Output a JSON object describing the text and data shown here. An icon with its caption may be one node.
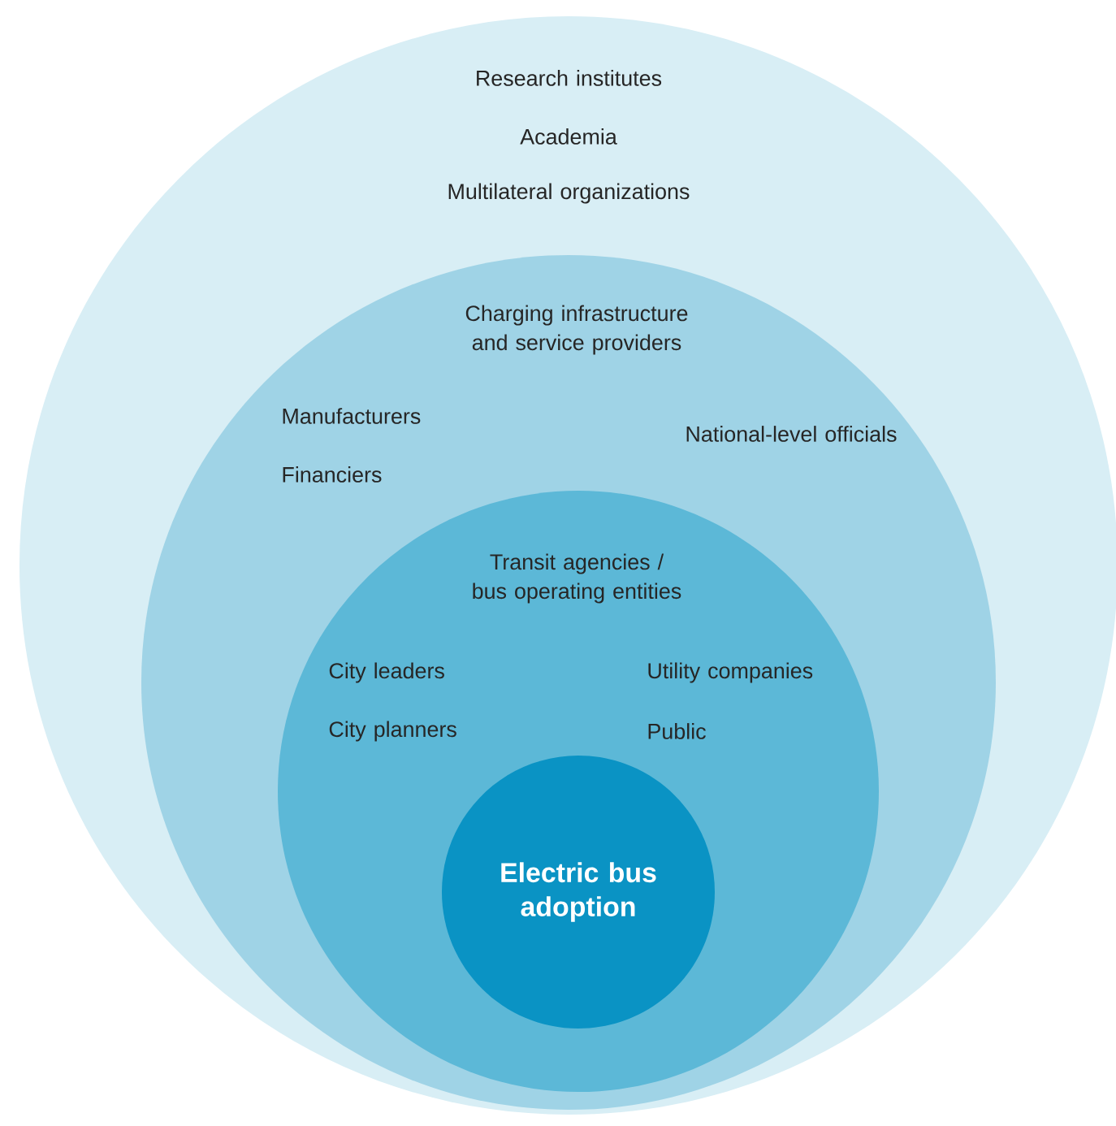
{
  "diagram": {
    "nodes": [
      {
        "text": [
          "Research institutes",
          "Academia",
          "Multilateral organizations"
        ]
      },
      {
        "text": [
          "Charging infrastructure and service providers",
          "Manufacturers",
          "Financiers",
          "National-level officials"
        ],
        "in": 0
      },
      {
        "text": [
          "Transit agencies / bus operating entities",
          "City leaders",
          "City planners",
          "Utility companies",
          "Public"
        ],
        "in": 1
      },
      {
        "text": [
          "Electric bus adoption"
        ],
        "in": 2
      }
    ]
  }
}
